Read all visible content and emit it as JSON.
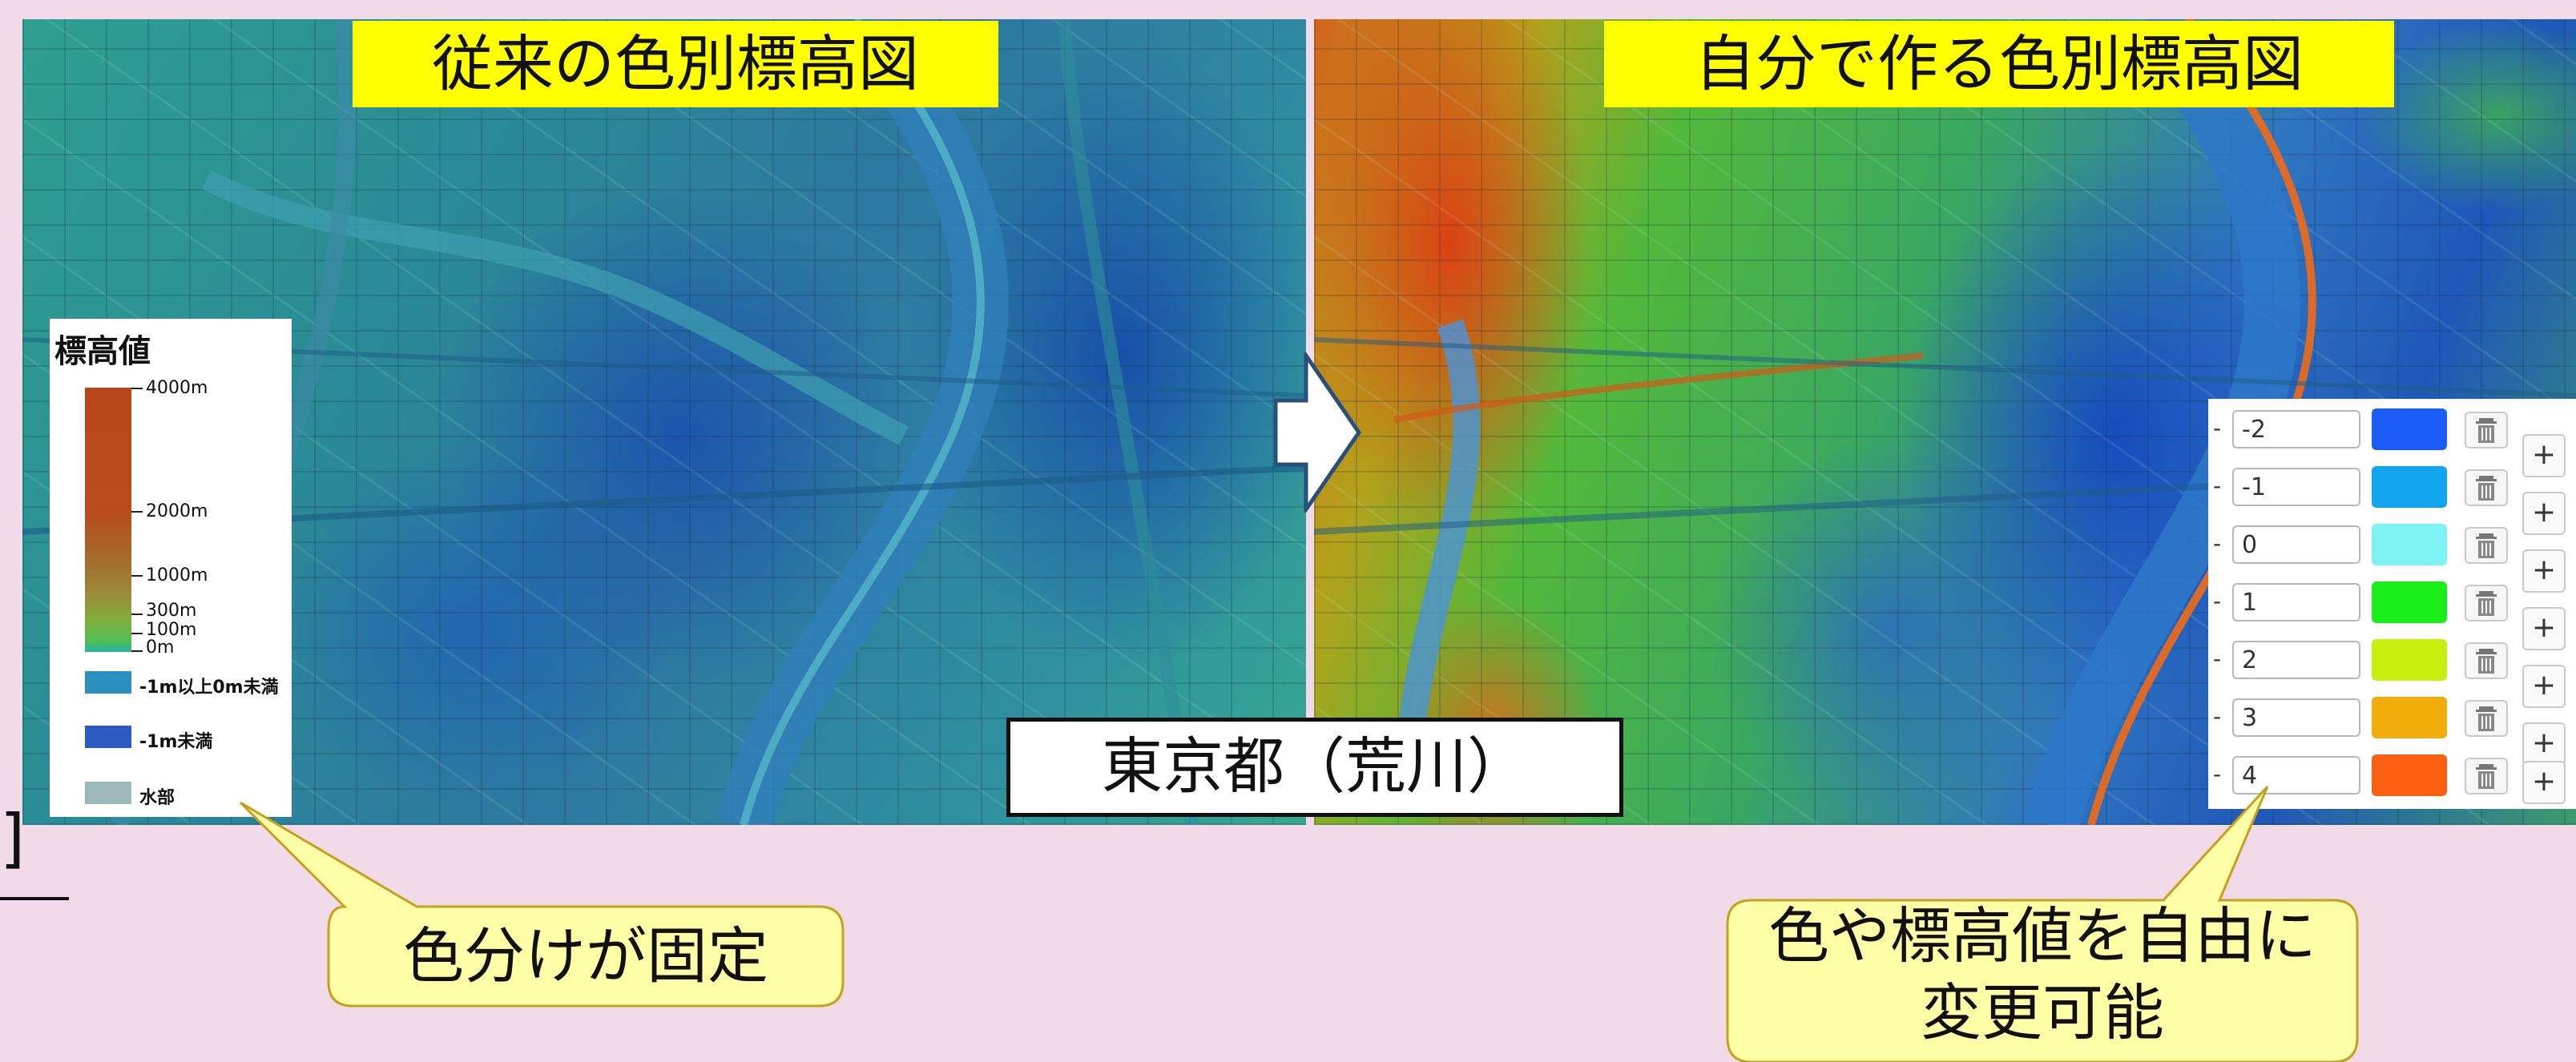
{
  "left_panel": {
    "title": "従来の色別標高図"
  },
  "right_panel": {
    "title": "自分で作る色別標高図"
  },
  "legend": {
    "title": "標高値",
    "labels": [
      "4000m",
      "2000m",
      "1000m",
      "300m",
      "100m",
      "0m"
    ],
    "swatches": [
      {
        "label": "-1m以上0m未満",
        "color": "#2b8fc0"
      },
      {
        "label": "-1m未満",
        "color": "#2a5bbf"
      },
      {
        "label": "水部",
        "color": "#9cb8b8"
      }
    ]
  },
  "editor": {
    "rows": [
      {
        "value": "-2",
        "color": "#1a5cf5"
      },
      {
        "value": "-1",
        "color": "#11a6ee"
      },
      {
        "value": "0",
        "color": "#7ff3f4"
      },
      {
        "value": "1",
        "color": "#19ee1a"
      },
      {
        "value": "2",
        "color": "#c6ee0e"
      },
      {
        "value": "3",
        "color": "#f1ad0a"
      },
      {
        "value": "4",
        "color": "#fb6012"
      }
    ],
    "delete_icon": "trash-icon",
    "add_icon": "plus-icon",
    "add_label": "+"
  },
  "place_label": "東京都（荒川）",
  "callout_left": "色分けが固定",
  "callout_right": {
    "line1": "色や標高値を自由に",
    "line2": "変更可能"
  },
  "fragment_text": "]"
}
